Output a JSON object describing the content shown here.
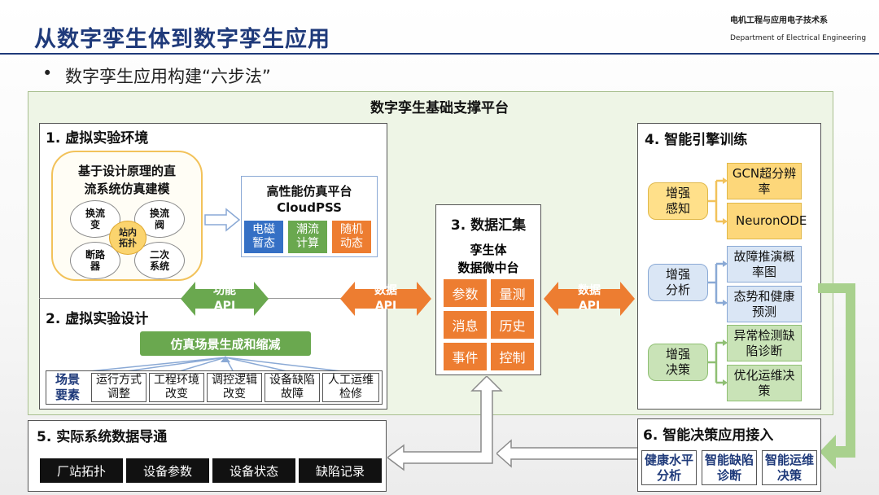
{
  "header": {
    "title": "从数字孪生体到数字孪生应用",
    "org_cn": "电机工程与应用电子技术系",
    "org_en": "Department of Electrical Engineering"
  },
  "bullet": {
    "dot": "•",
    "text": "数字孪生应用构建“六步法”"
  },
  "platform_title": "数字孪生基础支撑平台",
  "panel1": {
    "title": "1. 虚拟实验环境",
    "model_title": "基于设计原理的直流系统仿真建模",
    "model_title_line1": "基于设计原理的直",
    "model_title_line2": "流系统仿真建模",
    "nodes": [
      "换流变",
      "换流阀",
      "断路器",
      "二次系统"
    ],
    "center": "站内拓扑",
    "sim_title": "高性能仿真平台",
    "sim_subtitle": "CloudPSS",
    "sim_chips": [
      "电磁暂态",
      "潮流计算",
      "随机动态"
    ]
  },
  "panel2": {
    "title": "2. 虚拟实验设计",
    "func_api": "功能API",
    "func_api_l1": "功能",
    "func_api_l2": "API",
    "scene_btn": "仿真场景生成和缩减",
    "scene_label": "场景要素",
    "scene_label_l1": "场景",
    "scene_label_l2": "要素",
    "scenes": [
      "运行方式调整",
      "工程环境改变",
      "调控逻辑改变",
      "设备缺陷故障",
      "人工运维检修"
    ]
  },
  "panel3": {
    "title": "3. 数据汇集",
    "subtitle_l1": "孪生体",
    "subtitle_l2": "数据微中台",
    "cells": [
      "参数",
      "量测",
      "消息",
      "历史",
      "事件",
      "控制"
    ]
  },
  "api_left": {
    "l1": "数据",
    "l2": "API"
  },
  "api_right": {
    "l1": "数据",
    "l2": "API"
  },
  "panel4": {
    "title": "4. 智能引擎训练",
    "groups": [
      {
        "label": "增强感知",
        "items": [
          "GCN超分辨率",
          "NeuronODE"
        ]
      },
      {
        "label": "增强分析",
        "items": [
          "故障推演概率图",
          "态势和健康预测"
        ]
      },
      {
        "label": "增强决策",
        "items": [
          "异常检测缺陷诊断",
          "优化运维决策"
        ]
      }
    ]
  },
  "panel5": {
    "title": "5. 实际系统数据导通",
    "cells": [
      "厂站拓扑",
      "设备参数",
      "设备状态",
      "缺陷记录"
    ]
  },
  "panel6": {
    "title": "6. 智能决策应用接入",
    "cells": [
      "健康水平分析",
      "智能缺陷诊断",
      "智能运维决策"
    ]
  }
}
